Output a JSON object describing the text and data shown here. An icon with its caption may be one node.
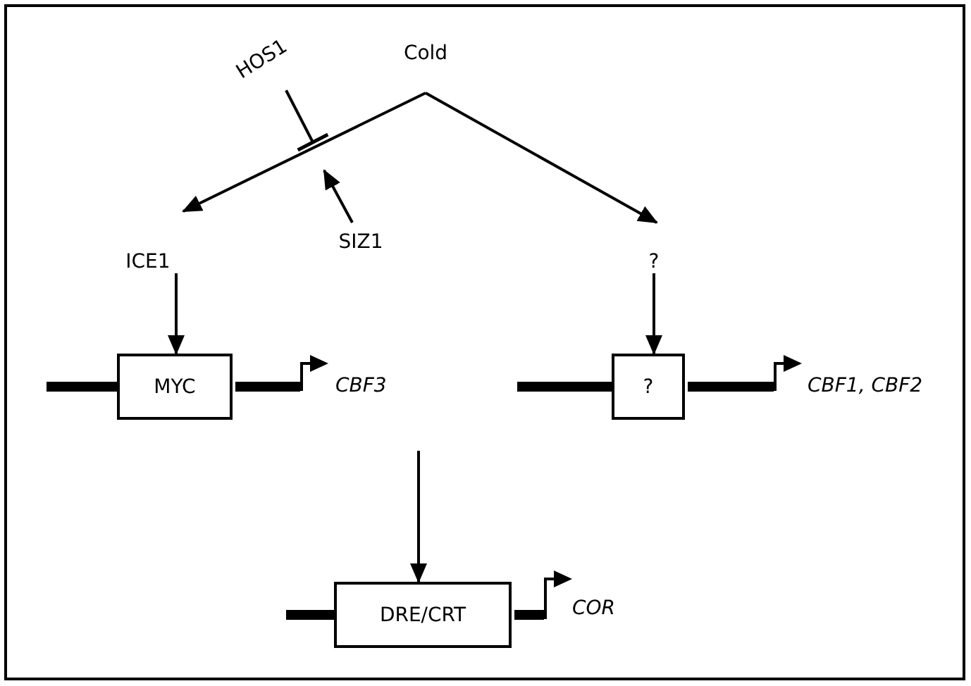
{
  "diagram": {
    "nodes": [
      {
        "text": [
          "Cold"
        ]
      },
      {
        "text": [
          "HOS1"
        ]
      },
      {
        "text": [
          "SIZ1"
        ]
      },
      {
        "text": [
          "ICE1"
        ]
      },
      {
        "text": [
          "?"
        ]
      },
      {
        "text": [
          "MYC"
        ]
      },
      {
        "text": [
          "?"
        ]
      },
      {
        "text": [
          "DRE/CRT"
        ]
      }
    ],
    "edges": [
      {
        "from": 0,
        "to": 3,
        "arrow": "to"
      },
      {
        "from": 0,
        "to": 4,
        "arrow": "to"
      },
      {
        "from": 1,
        "to": null,
        "arrow": "other"
      },
      {
        "from": 2,
        "to": null,
        "arrow": "to"
      },
      {
        "from": 3,
        "to": 5,
        "arrow": "to"
      },
      {
        "from": 4,
        "to": 6,
        "arrow": "to"
      },
      {
        "from": null,
        "to": 7,
        "arrow": "to"
      }
    ],
    "labels": [
      "CBF3",
      "CBF1, CBF2",
      "COR"
    ]
  }
}
